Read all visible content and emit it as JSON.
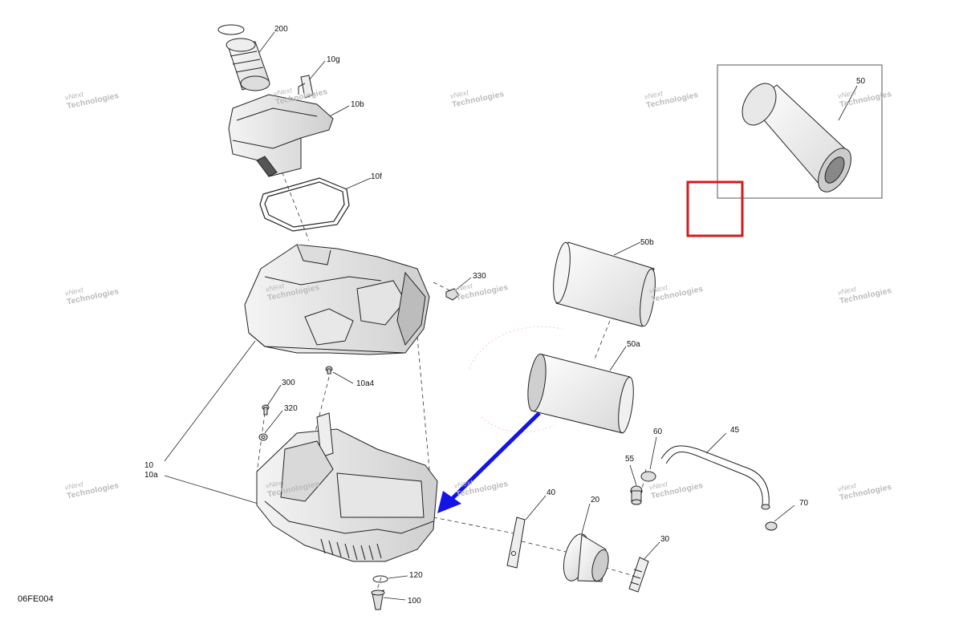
{
  "diagram": {
    "code": "06FE004",
    "watermark": {
      "line1": "vNext",
      "line2": "Technologies",
      "combined": "vNext Technologies"
    },
    "callouts": {
      "c200": "200",
      "c10g": "10g",
      "c10b": "10b",
      "c10f": "10f",
      "c50": "50",
      "c50b": "50b",
      "c50a": "50a",
      "c330": "330",
      "c10a4": "10a4",
      "c300": "300",
      "c320": "320",
      "c10": "10",
      "c10a": "10a",
      "c40": "40",
      "c20": "20",
      "c30": "30",
      "c55": "55",
      "c60": "60",
      "c45": "45",
      "c70": "70",
      "c120": "120",
      "c100": "100"
    },
    "colors": {
      "highlight_box": "#d11c1c",
      "arrow": "#1414e6",
      "line": "#222222",
      "watermark": "#b9b9b9"
    }
  }
}
